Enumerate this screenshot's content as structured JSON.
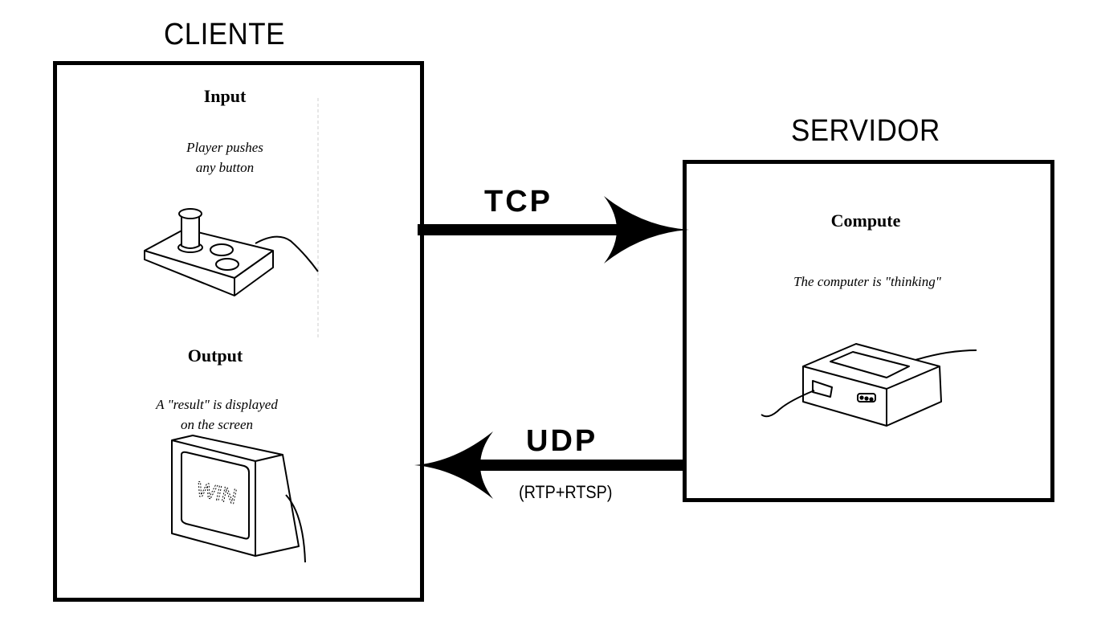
{
  "client": {
    "title": "CLIENTE",
    "input_heading": "Input",
    "input_caption_line1": "Player pushes",
    "input_caption_line2": "any button",
    "output_heading": "Output",
    "output_caption_line1": "A \"result\" is displayed",
    "output_caption_line2": "on the screen",
    "screen_text": "WIN"
  },
  "server": {
    "title": "SERVIDOR",
    "heading": "Compute",
    "caption": "The computer is \"thinking\""
  },
  "links": {
    "request_protocol": "TCP",
    "response_protocol": "UDP",
    "response_detail": "(RTP+RTSP)"
  }
}
